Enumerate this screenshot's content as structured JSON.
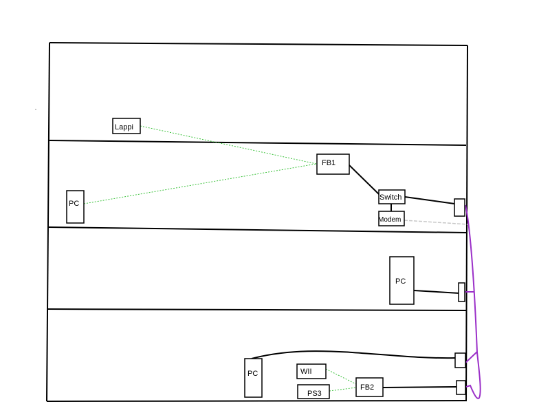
{
  "colors": {
    "line": "#000000",
    "wifi": "#3cc23c",
    "powerline": "#9b30c8",
    "modem_link": "#c8c8c8",
    "background": "#ffffff"
  },
  "devices": {
    "lappi": "Lappi",
    "pc_floor2": "PC",
    "fb1": "FB1",
    "switch": "Switch",
    "modem": "Modem",
    "pc_floor3": "PC",
    "pc_floor4": "PC",
    "wii": "WII",
    "ps3": "PS3",
    "fb2": "FB2"
  }
}
